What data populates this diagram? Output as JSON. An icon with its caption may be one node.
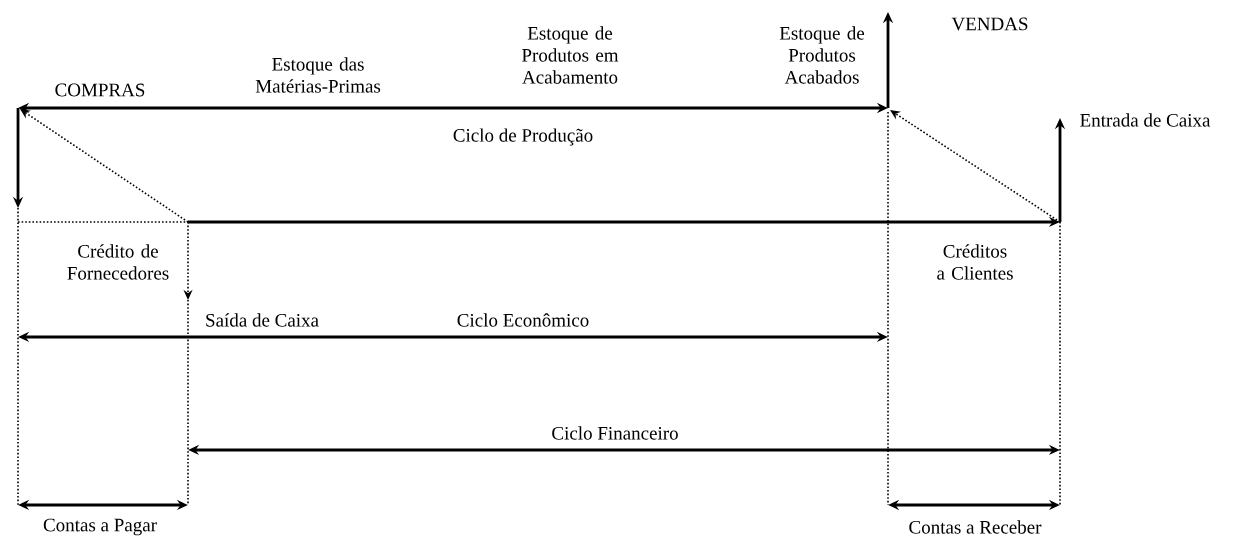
{
  "diagram": {
    "labels": [
      "Estoque de Produtos em Acabamento",
      "Estoque de Produtos Acabados",
      "VENDAS",
      "Estoque das Matérias-Primas",
      "COMPRAS",
      "Entrada de Caixa",
      "Ciclo de Produção",
      "Crédito de Fornecedores",
      "Créditos a Clientes",
      "Saída de Caixa",
      "Ciclo Econômico",
      "Ciclo Financeiro",
      "Contas a Pagar",
      "Contas a Receber"
    ]
  }
}
